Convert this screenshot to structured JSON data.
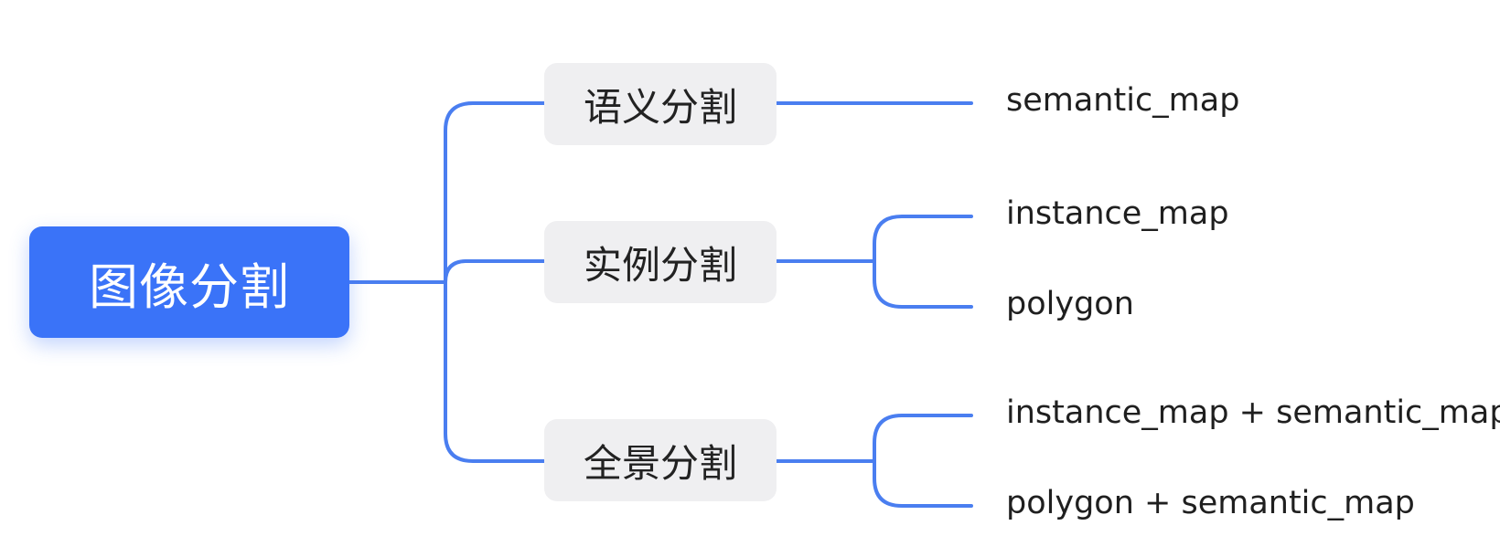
{
  "colors": {
    "root_fill": "#3a73f8",
    "branch_fill": "#efeff1",
    "connector": "#4a7ef0"
  },
  "root": {
    "label": "图像分割"
  },
  "branches": [
    {
      "label": "语义分割",
      "leaves": [
        "semantic_map"
      ]
    },
    {
      "label": "实例分割",
      "leaves": [
        "instance_map",
        "polygon"
      ]
    },
    {
      "label": "全景分割",
      "leaves": [
        "instance_map + semantic_map",
        "polygon + semantic_map"
      ]
    }
  ]
}
